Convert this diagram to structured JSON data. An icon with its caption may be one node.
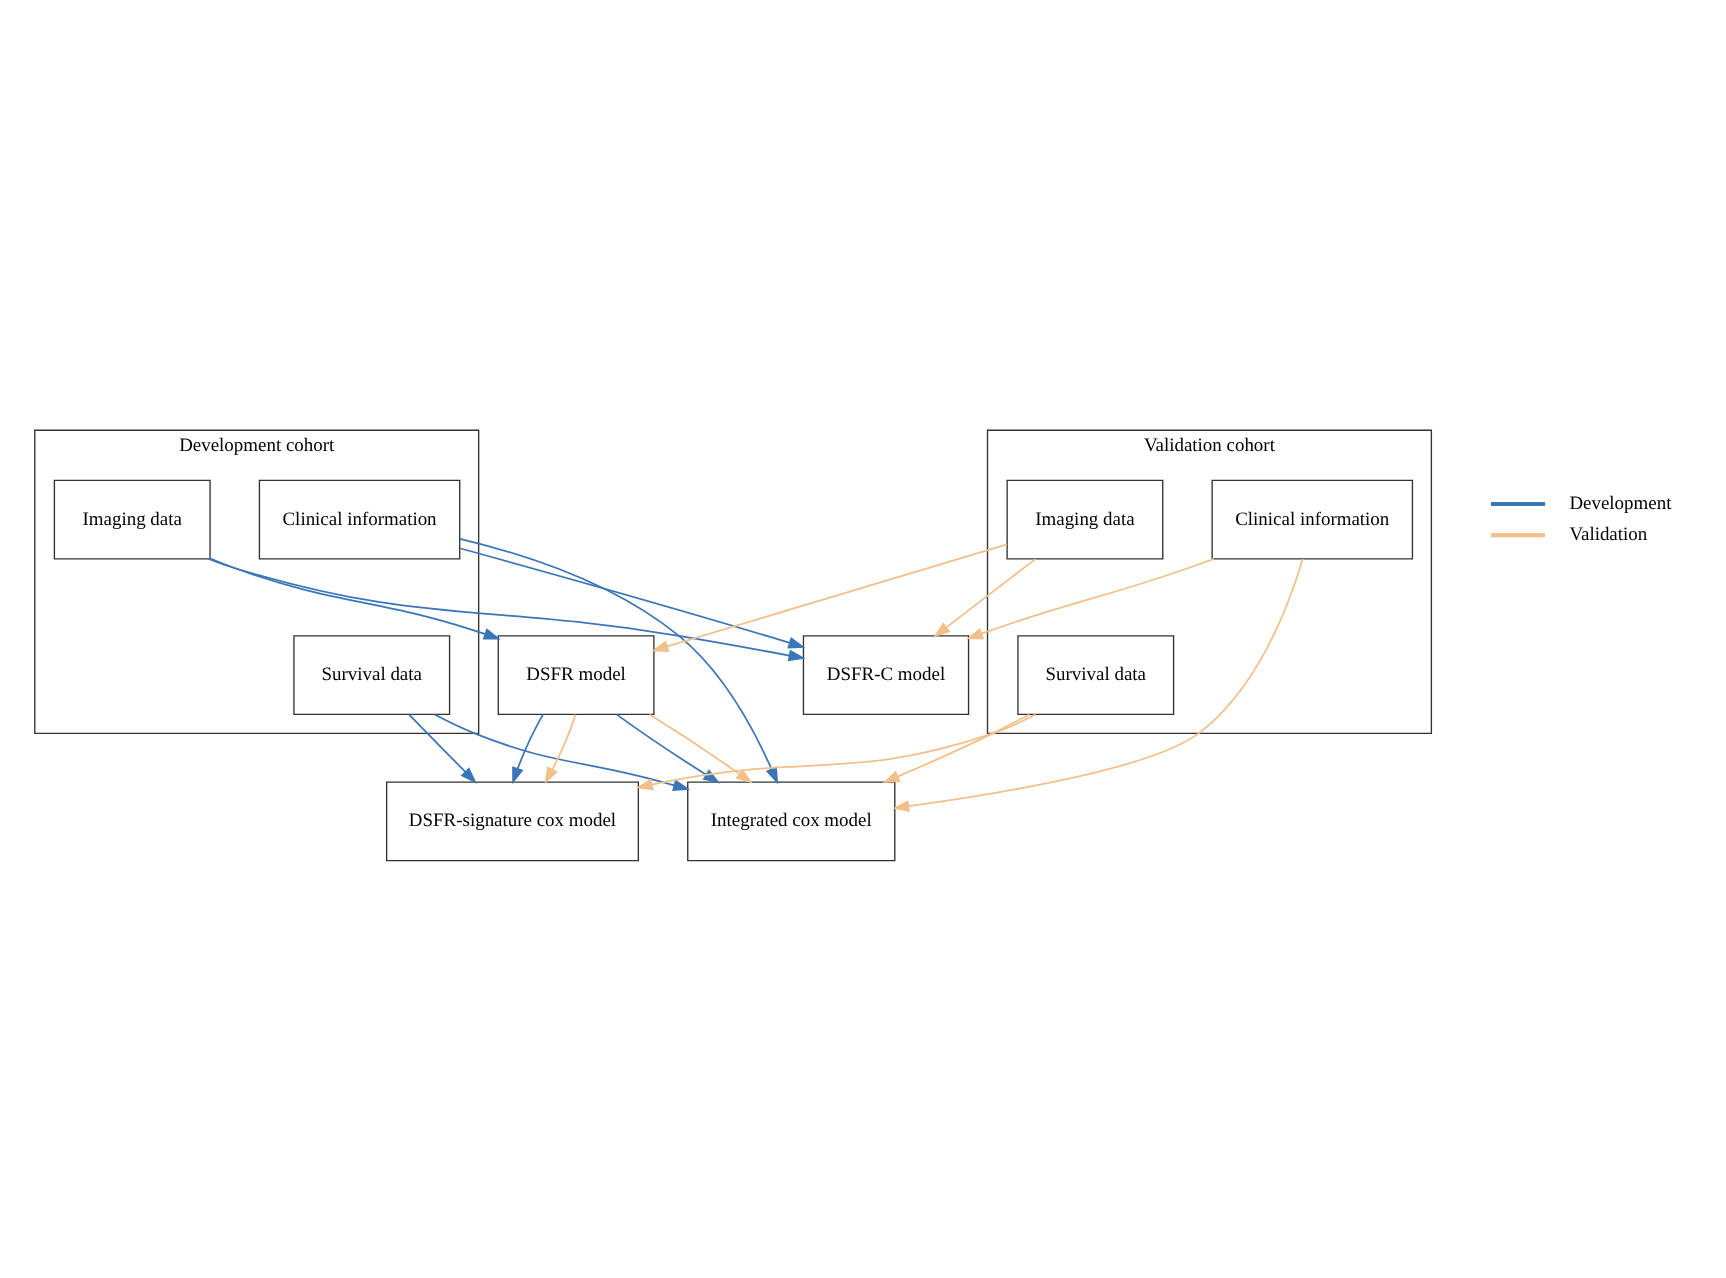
{
  "diagram": {
    "nodes": [
      {
        "text": [
          "Development cohort"
        ]
      },
      {
        "text": [
          "Imaging data"
        ],
        "in": 0
      },
      {
        "text": [
          "Clinical information"
        ],
        "in": 0
      },
      {
        "text": [
          "Survival data"
        ],
        "in": 0
      },
      {
        "text": [
          "DSFR-C model"
        ]
      },
      {
        "text": [
          "DSFR model"
        ]
      },
      {
        "text": [
          "DSFR-signature cox model"
        ]
      },
      {
        "text": [
          "Integrated cox model"
        ]
      },
      {
        "text": [
          "Validation cohort"
        ]
      },
      {
        "text": [
          "Imaging data"
        ],
        "in": 8
      },
      {
        "text": [
          "Clinical information"
        ],
        "in": 8
      },
      {
        "text": [
          "Survival data"
        ],
        "in": 8
      }
    ],
    "edges": [
      {
        "from": 1,
        "to": 4,
        "arrow": "to"
      },
      {
        "from": 1,
        "to": 5,
        "arrow": "to"
      },
      {
        "from": 2,
        "to": 4,
        "arrow": "to"
      },
      {
        "from": 2,
        "to": 7,
        "arrow": "to"
      },
      {
        "from": 5,
        "to": 6,
        "arrow": "to"
      },
      {
        "from": 5,
        "to": 7,
        "arrow": "to"
      },
      {
        "from": 3,
        "to": 6,
        "arrow": "to"
      },
      {
        "from": 3,
        "to": 7,
        "arrow": "to"
      },
      {
        "from": 9,
        "to": 4,
        "arrow": "to",
        "color": "#f3bf8a"
      },
      {
        "from": 9,
        "to": 5,
        "arrow": "to",
        "color": "#f3bf8a"
      },
      {
        "from": 10,
        "to": 4,
        "arrow": "to",
        "color": "#f3bf8a"
      },
      {
        "from": 10,
        "to": 7,
        "arrow": "to",
        "color": "#f3bf8a"
      },
      {
        "from": 5,
        "to": 6,
        "arrow": "to",
        "color": "#f3bf8a"
      },
      {
        "from": 5,
        "to": 7,
        "arrow": "to",
        "color": "#f3bf8a"
      },
      {
        "from": 11,
        "to": 6,
        "arrow": "to",
        "color": "#f3bf8a"
      },
      {
        "from": 11,
        "to": 7,
        "arrow": "to",
        "color": "#f3bf8a"
      }
    ],
    "legend": [
      {
        "text": "Development"
      },
      {
        "text": "Validation"
      }
    ]
  }
}
